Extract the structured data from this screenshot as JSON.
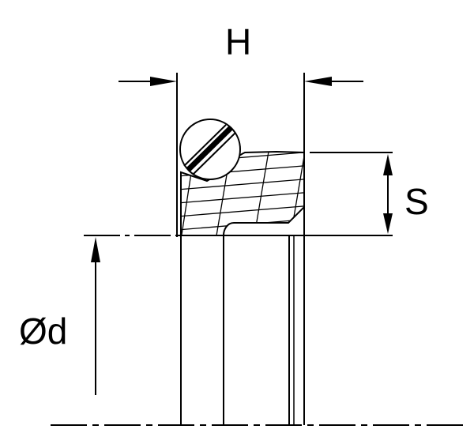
{
  "labels": {
    "height": "H",
    "section": "S",
    "diameter": "Ød"
  }
}
